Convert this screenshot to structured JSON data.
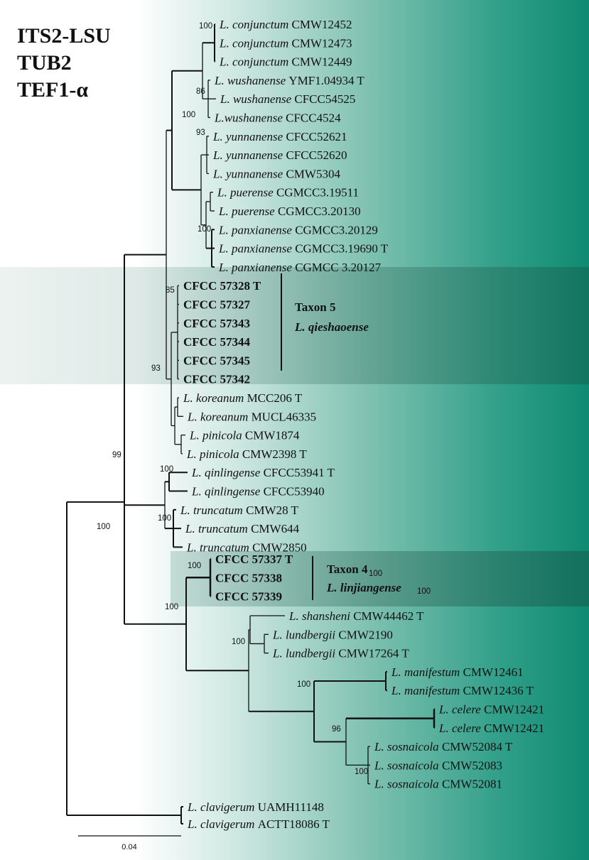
{
  "title_lines": [
    "ITS2-LSU",
    "TUB2",
    "TEF1-α"
  ],
  "clade_labels": {
    "taxon5": {
      "name": "Taxon 5",
      "species": "L. qieshaoense"
    },
    "taxon4": {
      "name": "Taxon 4",
      "species": "L. linjiangense"
    }
  },
  "scale_bar": {
    "label": "0.04"
  },
  "leaves": [
    {
      "sp": "L. conjunctum",
      "code": "CMW12452"
    },
    {
      "sp": "L. conjunctum",
      "code": "CMW12473"
    },
    {
      "sp": "L. conjunctum",
      "code": "CMW12449"
    },
    {
      "sp": "L. wushanense",
      "code": "YMF1.04934 T"
    },
    {
      "sp": "L. wushanense",
      "code": "CFCC54525"
    },
    {
      "sp": "L.wushanense",
      "code": "CFCC4524"
    },
    {
      "sp": "L. yunnanense",
      "code": "CFCC52621"
    },
    {
      "sp": "L. yunnanense",
      "code": "CFCC52620"
    },
    {
      "sp": "L. yunnanense",
      "code": "CMW5304"
    },
    {
      "sp": "L. puerense",
      "code": "CGMCC3.19511"
    },
    {
      "sp": "L. puerense",
      "code": "CGMCC3.20130"
    },
    {
      "sp": "L. panxianense",
      "code": "CGMCC3.20129"
    },
    {
      "sp": "L. panxianense",
      "code": "CGMCC3.19690 T"
    },
    {
      "sp": "L. panxianense",
      "code": "CGMCC 3.20127"
    },
    {
      "sp": "",
      "code": "CFCC 57328 T",
      "bold": true
    },
    {
      "sp": "",
      "code": "CFCC 57327",
      "bold": true
    },
    {
      "sp": "",
      "code": "CFCC 57343",
      "bold": true
    },
    {
      "sp": "",
      "code": "CFCC 57344",
      "bold": true
    },
    {
      "sp": "",
      "code": "CFCC 57345",
      "bold": true
    },
    {
      "sp": "",
      "code": "CFCC 57342",
      "bold": true
    },
    {
      "sp": "L. koreanum",
      "code": "MCC206 T"
    },
    {
      "sp": "L. koreanum",
      "code": "MUCL46335"
    },
    {
      "sp": "L. pinicola",
      "code": "CMW1874"
    },
    {
      "sp": "L. pinicola",
      "code": "CMW2398 T"
    },
    {
      "sp": "L. qinlingense",
      "code": "CFCC53941 T"
    },
    {
      "sp": "L. qinlingense",
      "code": "CFCC53940"
    },
    {
      "sp": "L. truncatum",
      "code": "CMW28 T"
    },
    {
      "sp": "L. truncatum",
      "code": "CMW644"
    },
    {
      "sp": "L. truncatum",
      "code": "CMW2850"
    },
    {
      "sp": "",
      "code": "CFCC 57337 T",
      "bold": true
    },
    {
      "sp": "",
      "code": "CFCC 57338",
      "bold": true
    },
    {
      "sp": "",
      "code": "CFCC 57339",
      "bold": true
    },
    {
      "sp": "L. shansheni",
      "code": "CMW44462 T"
    },
    {
      "sp": "L. lundbergii",
      "code": "CMW2190"
    },
    {
      "sp": "L. lundbergii",
      "code": "CMW17264 T"
    },
    {
      "sp": "L. manifestum",
      "code": "CMW12461"
    },
    {
      "sp": "L. manifestum",
      "code": "CMW12436 T"
    },
    {
      "sp": "L. celere",
      "code": "CMW12421"
    },
    {
      "sp": "L. celere",
      "code": "CMW12421"
    },
    {
      "sp": "L. sosnaicola",
      "code": "CMW52084 T"
    },
    {
      "sp": "L. sosnaicola",
      "code": "CMW52083"
    },
    {
      "sp": "L. sosnaicola",
      "code": "CMW52081"
    },
    {
      "sp": "L. clavigerum",
      "code": "UAMH11148"
    },
    {
      "sp": "L. clavigerum",
      "code": "ACTT18086 T"
    }
  ],
  "support_values": [
    "100",
    "86",
    "100",
    "93",
    "100",
    "85",
    "93",
    "99",
    "100",
    "100",
    "100",
    "100",
    "100",
    "100",
    "100",
    "100",
    "96",
    "100",
    "100"
  ]
}
